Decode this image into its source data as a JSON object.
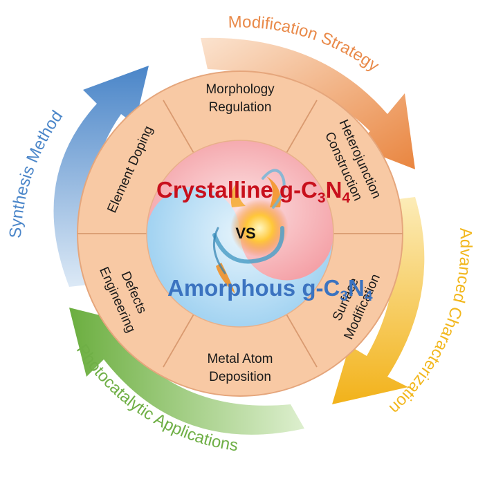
{
  "outer_arrows": {
    "modification": {
      "label": "Modification Strategy",
      "color": "#E98A4A"
    },
    "characterization": {
      "label": "Advanced Characterization",
      "color": "#F2B71E"
    },
    "applications": {
      "label": "Photocatalytic Applications",
      "color": "#6FAF46"
    },
    "synthesis": {
      "label": "Synthesis Method",
      "color": "#4B86C9"
    }
  },
  "segments": {
    "top": {
      "line1": "Morphology",
      "line2": "Regulation"
    },
    "upper_right": {
      "line1": "Heterojunction",
      "line2": "Construction"
    },
    "lower_right": {
      "line1": "Surface",
      "line2": "Modification"
    },
    "bottom": {
      "line1": "Metal Atom",
      "line2": "Deposition"
    },
    "lower_left": {
      "line1": "Defects",
      "line2": "Engineering"
    },
    "upper_left": {
      "line1": "Element  Doping"
    }
  },
  "core": {
    "crystalline": {
      "prefix": "Crystalline g-C",
      "sub1": "3",
      "mid": "N",
      "sub2": "4",
      "color": "#C8101C"
    },
    "amorphous": {
      "prefix": "Amorphous g-C",
      "sub1": "3",
      "mid": "N",
      "sub2": "4",
      "color": "#3B73C0"
    },
    "vs": "VS"
  },
  "colors": {
    "ring": "#F8C9A4",
    "ring_stroke": "#E5A67C",
    "crystal_fill": "#F7B4B8",
    "amorph_fill": "#A9D6F2"
  }
}
